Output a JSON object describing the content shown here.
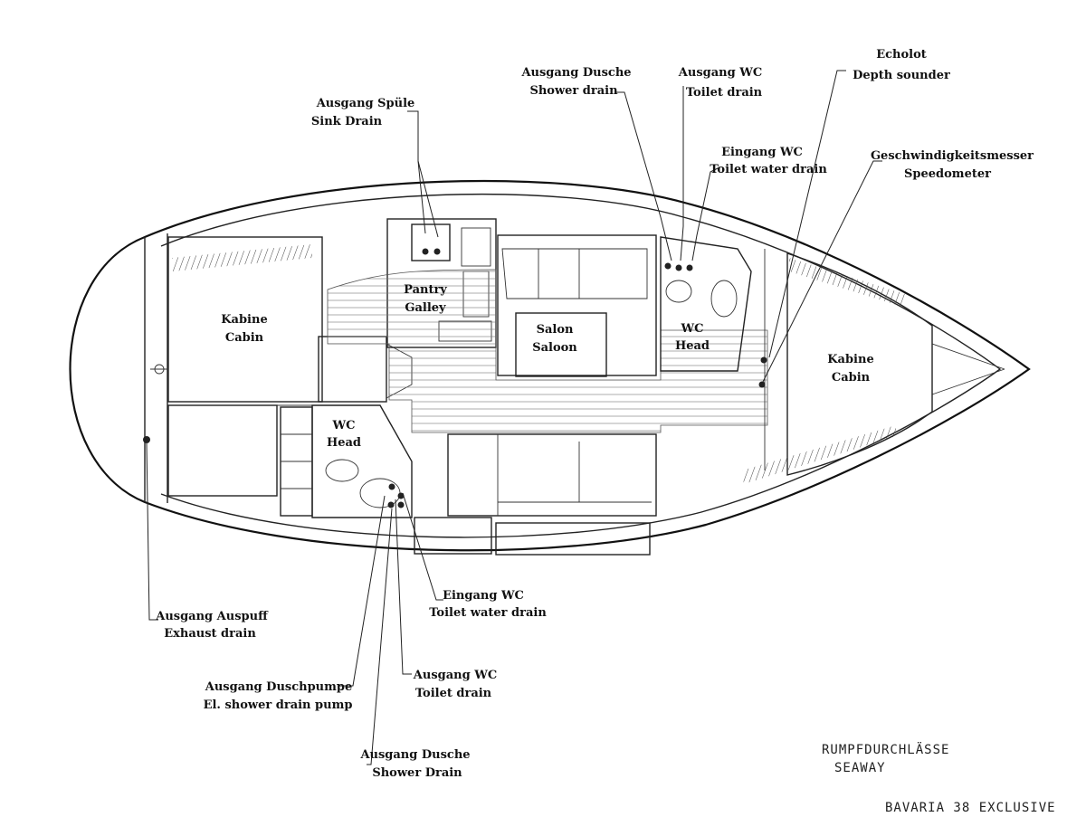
{
  "title_block": {
    "line1": "RUMPFDURCHLÄSSE",
    "line2": "SEAWAY",
    "model": "BAVARIA 38 EXCLUSIVE"
  },
  "rooms": {
    "aft_cabin": {
      "de": "Kabine",
      "en": "Cabin"
    },
    "pantry": {
      "de": "Pantry",
      "en": "Galley"
    },
    "salon": {
      "de": "Salon",
      "en": "Saloon"
    },
    "head_fwd": {
      "de": "WC",
      "en": "Head"
    },
    "head_aft": {
      "de": "WC",
      "en": "Head"
    },
    "fwd_cabin": {
      "de": "Kabine",
      "en": "Cabin"
    }
  },
  "callouts": {
    "sink_drain": {
      "de": "Ausgang Spüle",
      "en": "Sink Drain"
    },
    "shower_drain_top": {
      "de": "Ausgang Dusche",
      "en": "Shower drain"
    },
    "toilet_drain_top": {
      "de": "Ausgang WC",
      "en": "Toilet drain"
    },
    "toilet_water_top": {
      "de": "Eingang WC",
      "en": "Toilet water drain"
    },
    "depth_sounder": {
      "de": "Echolot",
      "en": "Depth sounder"
    },
    "speedometer": {
      "de": "Geschwindigkeitsmesser",
      "en": "Speedometer"
    },
    "exhaust_drain": {
      "de": "Ausgang Auspuff",
      "en": "Exhaust drain"
    },
    "shower_pump": {
      "de": "Ausgang Duschpumpe",
      "en": "El. shower drain pump"
    },
    "toilet_drain_bottom": {
      "de": "Ausgang WC",
      "en": "Toilet drain"
    },
    "toilet_water_bottom": {
      "de": "Eingang WC",
      "en": "Toilet water drain"
    },
    "shower_drain_bottom": {
      "de": "Ausgang Dusche",
      "en": "Shower Drain"
    }
  }
}
